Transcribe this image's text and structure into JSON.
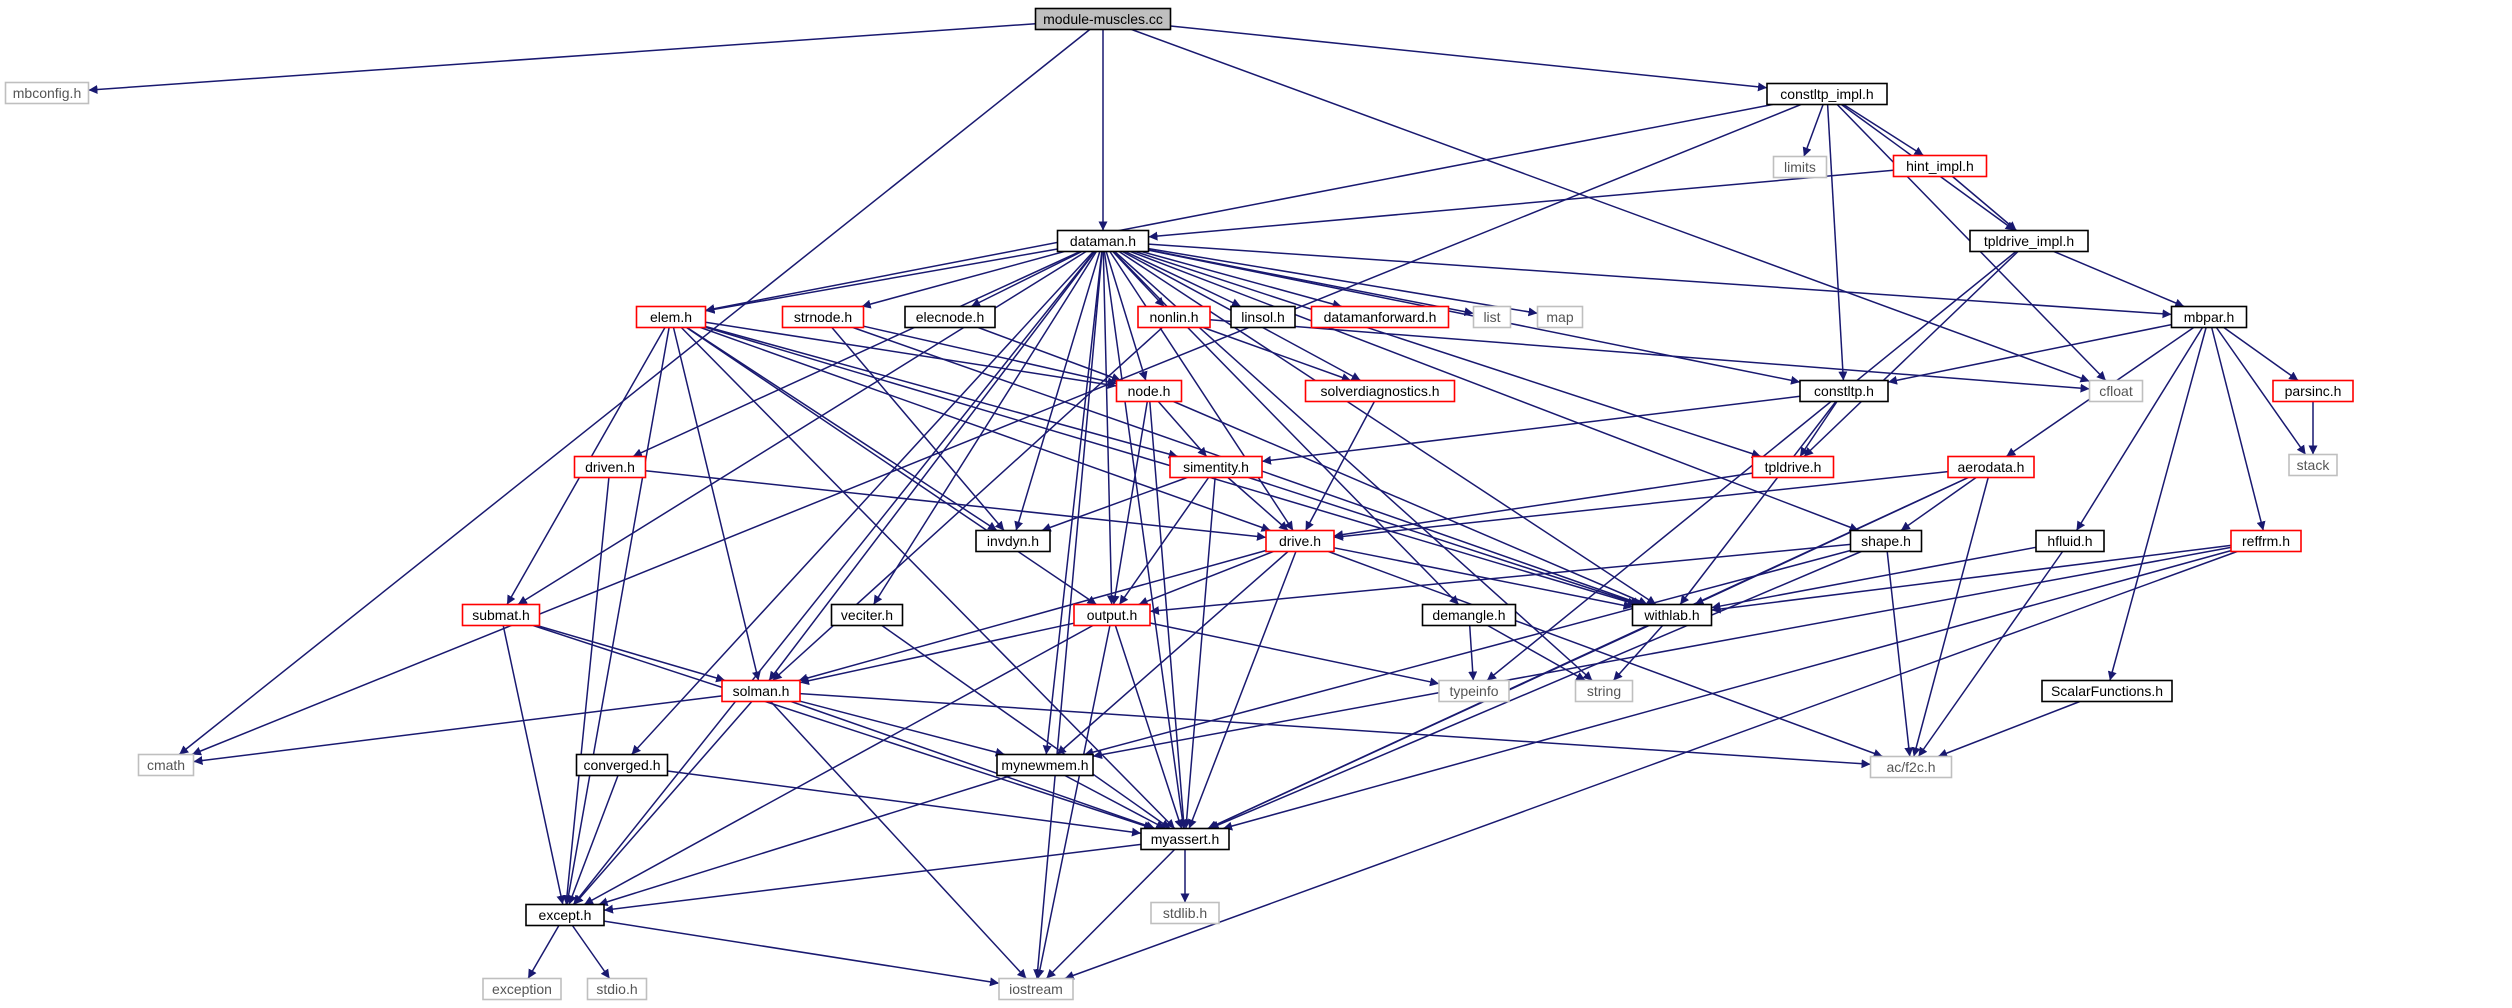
{
  "graph": {
    "root": "module-muscles.cc",
    "nodes": [
      {
        "id": "module-muscles.cc",
        "label": "module-muscles.cc",
        "kind": "root"
      },
      {
        "id": "mbconfig.h",
        "label": "mbconfig.h",
        "kind": "external"
      },
      {
        "id": "constltp_impl.h",
        "label": "constltp_impl.h",
        "kind": "documented"
      },
      {
        "id": "limits",
        "label": "limits",
        "kind": "external"
      },
      {
        "id": "hint_impl.h",
        "label": "hint_impl.h",
        "kind": "truncated"
      },
      {
        "id": "dataman.h",
        "label": "dataman.h",
        "kind": "documented"
      },
      {
        "id": "tpldrive_impl.h",
        "label": "tpldrive_impl.h",
        "kind": "documented"
      },
      {
        "id": "elem.h",
        "label": "elem.h",
        "kind": "truncated"
      },
      {
        "id": "strnode.h",
        "label": "strnode.h",
        "kind": "truncated"
      },
      {
        "id": "elecnode.h",
        "label": "elecnode.h",
        "kind": "documented"
      },
      {
        "id": "nonlin.h",
        "label": "nonlin.h",
        "kind": "truncated"
      },
      {
        "id": "linsol.h",
        "label": "linsol.h",
        "kind": "documented"
      },
      {
        "id": "datamanforward.h",
        "label": "datamanforward.h",
        "kind": "truncated"
      },
      {
        "id": "list",
        "label": "list",
        "kind": "external"
      },
      {
        "id": "map",
        "label": "map",
        "kind": "external"
      },
      {
        "id": "mbpar.h",
        "label": "mbpar.h",
        "kind": "documented"
      },
      {
        "id": "cfloat",
        "label": "cfloat",
        "kind": "external"
      },
      {
        "id": "node.h",
        "label": "node.h",
        "kind": "truncated"
      },
      {
        "id": "solverdiagnostics.h",
        "label": "solverdiagnostics.h",
        "kind": "truncated"
      },
      {
        "id": "constltp.h",
        "label": "constltp.h",
        "kind": "documented"
      },
      {
        "id": "parsinc.h",
        "label": "parsinc.h",
        "kind": "truncated"
      },
      {
        "id": "stack",
        "label": "stack",
        "kind": "external"
      },
      {
        "id": "driven.h",
        "label": "driven.h",
        "kind": "truncated"
      },
      {
        "id": "simentity.h",
        "label": "simentity.h",
        "kind": "truncated"
      },
      {
        "id": "tpldrive.h",
        "label": "tpldrive.h",
        "kind": "truncated"
      },
      {
        "id": "aerodata.h",
        "label": "aerodata.h",
        "kind": "truncated"
      },
      {
        "id": "invdyn.h",
        "label": "invdyn.h",
        "kind": "documented"
      },
      {
        "id": "drive.h",
        "label": "drive.h",
        "kind": "truncated"
      },
      {
        "id": "shape.h",
        "label": "shape.h",
        "kind": "documented"
      },
      {
        "id": "hfluid.h",
        "label": "hfluid.h",
        "kind": "documented"
      },
      {
        "id": "reffrm.h",
        "label": "reffrm.h",
        "kind": "truncated"
      },
      {
        "id": "submat.h",
        "label": "submat.h",
        "kind": "truncated"
      },
      {
        "id": "veciter.h",
        "label": "veciter.h",
        "kind": "documented"
      },
      {
        "id": "output.h",
        "label": "output.h",
        "kind": "truncated"
      },
      {
        "id": "demangle.h",
        "label": "demangle.h",
        "kind": "documented"
      },
      {
        "id": "withlab.h",
        "label": "withlab.h",
        "kind": "documented"
      },
      {
        "id": "solman.h",
        "label": "solman.h",
        "kind": "truncated"
      },
      {
        "id": "typeinfo",
        "label": "typeinfo",
        "kind": "external"
      },
      {
        "id": "string",
        "label": "string",
        "kind": "external"
      },
      {
        "id": "ScalarFunctions.h",
        "label": "ScalarFunctions.h",
        "kind": "documented"
      },
      {
        "id": "cmath",
        "label": "cmath",
        "kind": "external"
      },
      {
        "id": "converged.h",
        "label": "converged.h",
        "kind": "documented"
      },
      {
        "id": "mynewmem.h",
        "label": "mynewmem.h",
        "kind": "documented"
      },
      {
        "id": "ac/f2c.h",
        "label": "ac/f2c.h",
        "kind": "external"
      },
      {
        "id": "myassert.h",
        "label": "myassert.h",
        "kind": "documented"
      },
      {
        "id": "stdlib.h",
        "label": "stdlib.h",
        "kind": "external"
      },
      {
        "id": "except.h",
        "label": "except.h",
        "kind": "documented"
      },
      {
        "id": "exception",
        "label": "exception",
        "kind": "external"
      },
      {
        "id": "stdio.h",
        "label": "stdio.h",
        "kind": "external"
      },
      {
        "id": "iostream",
        "label": "iostream",
        "kind": "external"
      }
    ],
    "edges": [
      [
        "module-muscles.cc",
        "mbconfig.h"
      ],
      [
        "module-muscles.cc",
        "cmath"
      ],
      [
        "module-muscles.cc",
        "dataman.h"
      ],
      [
        "module-muscles.cc",
        "constltp_impl.h"
      ],
      [
        "module-muscles.cc",
        "cfloat"
      ],
      [
        "constltp_impl.h",
        "cmath"
      ],
      [
        "constltp_impl.h",
        "elem.h"
      ],
      [
        "constltp_impl.h",
        "limits"
      ],
      [
        "constltp_impl.h",
        "hint_impl.h"
      ],
      [
        "constltp_impl.h",
        "tpldrive_impl.h"
      ],
      [
        "constltp_impl.h",
        "constltp.h"
      ],
      [
        "constltp_impl.h",
        "cfloat"
      ],
      [
        "hint_impl.h",
        "dataman.h"
      ],
      [
        "hint_impl.h",
        "tpldrive_impl.h"
      ],
      [
        "tpldrive_impl.h",
        "mbpar.h"
      ],
      [
        "tpldrive_impl.h",
        "tpldrive.h"
      ],
      [
        "tpldrive_impl.h",
        "typeinfo"
      ],
      [
        "dataman.h",
        "elem.h"
      ],
      [
        "dataman.h",
        "strnode.h"
      ],
      [
        "dataman.h",
        "elecnode.h"
      ],
      [
        "dataman.h",
        "nonlin.h"
      ],
      [
        "dataman.h",
        "linsol.h"
      ],
      [
        "dataman.h",
        "datamanforward.h"
      ],
      [
        "dataman.h",
        "list"
      ],
      [
        "dataman.h",
        "map"
      ],
      [
        "dataman.h",
        "mbpar.h"
      ],
      [
        "dataman.h",
        "node.h"
      ],
      [
        "dataman.h",
        "solverdiagnostics.h"
      ],
      [
        "dataman.h",
        "constltp.h"
      ],
      [
        "dataman.h",
        "tpldrive.h"
      ],
      [
        "dataman.h",
        "driven.h"
      ],
      [
        "dataman.h",
        "submat.h"
      ],
      [
        "dataman.h",
        "veciter.h"
      ],
      [
        "dataman.h",
        "output.h"
      ],
      [
        "dataman.h",
        "solman.h"
      ],
      [
        "dataman.h",
        "converged.h"
      ],
      [
        "dataman.h",
        "mynewmem.h"
      ],
      [
        "dataman.h",
        "except.h"
      ],
      [
        "dataman.h",
        "invdyn.h"
      ],
      [
        "dataman.h",
        "drive.h"
      ],
      [
        "dataman.h",
        "withlab.h"
      ],
      [
        "dataman.h",
        "demangle.h"
      ],
      [
        "dataman.h",
        "string"
      ],
      [
        "dataman.h",
        "shape.h"
      ],
      [
        "dataman.h",
        "myassert.h"
      ],
      [
        "dataman.h",
        "iostream"
      ],
      [
        "elem.h",
        "node.h"
      ],
      [
        "elem.h",
        "simentity.h"
      ],
      [
        "elem.h",
        "invdyn.h"
      ],
      [
        "elem.h",
        "output.h"
      ],
      [
        "elem.h",
        "withlab.h"
      ],
      [
        "elem.h",
        "submat.h"
      ],
      [
        "elem.h",
        "solman.h"
      ],
      [
        "elem.h",
        "myassert.h"
      ],
      [
        "elem.h",
        "except.h"
      ],
      [
        "elem.h",
        "drive.h"
      ],
      [
        "strnode.h",
        "node.h"
      ],
      [
        "strnode.h",
        "invdyn.h"
      ],
      [
        "strnode.h",
        "withlab.h"
      ],
      [
        "elecnode.h",
        "node.h"
      ],
      [
        "nonlin.h",
        "solverdiagnostics.h"
      ],
      [
        "nonlin.h",
        "solman.h"
      ],
      [
        "nonlin.h",
        "cfloat"
      ],
      [
        "node.h",
        "simentity.h"
      ],
      [
        "node.h",
        "output.h"
      ],
      [
        "node.h",
        "withlab.h"
      ],
      [
        "node.h",
        "myassert.h"
      ],
      [
        "solverdiagnostics.h",
        "drive.h"
      ],
      [
        "mbpar.h",
        "constltp.h"
      ],
      [
        "mbpar.h",
        "parsinc.h"
      ],
      [
        "mbpar.h",
        "stack"
      ],
      [
        "mbpar.h",
        "aerodata.h"
      ],
      [
        "mbpar.h",
        "hfluid.h"
      ],
      [
        "mbpar.h",
        "reffrm.h"
      ],
      [
        "mbpar.h",
        "ScalarFunctions.h"
      ],
      [
        "parsinc.h",
        "stack"
      ],
      [
        "constltp.h",
        "simentity.h"
      ],
      [
        "constltp.h",
        "tpldrive.h"
      ],
      [
        "constltp.h",
        "withlab.h"
      ],
      [
        "tpldrive.h",
        "drive.h"
      ],
      [
        "driven.h",
        "drive.h"
      ],
      [
        "driven.h",
        "except.h"
      ],
      [
        "simentity.h",
        "invdyn.h"
      ],
      [
        "simentity.h",
        "drive.h"
      ],
      [
        "simentity.h",
        "output.h"
      ],
      [
        "simentity.h",
        "withlab.h"
      ],
      [
        "simentity.h",
        "myassert.h"
      ],
      [
        "aerodata.h",
        "drive.h"
      ],
      [
        "aerodata.h",
        "shape.h"
      ],
      [
        "aerodata.h",
        "withlab.h"
      ],
      [
        "aerodata.h",
        "ac/f2c.h"
      ],
      [
        "aerodata.h",
        "myassert.h"
      ],
      [
        "drive.h",
        "output.h"
      ],
      [
        "drive.h",
        "withlab.h"
      ],
      [
        "drive.h",
        "solman.h"
      ],
      [
        "drive.h",
        "mynewmem.h"
      ],
      [
        "drive.h",
        "myassert.h"
      ],
      [
        "drive.h",
        "ac/f2c.h"
      ],
      [
        "shape.h",
        "output.h"
      ],
      [
        "shape.h",
        "mynewmem.h"
      ],
      [
        "shape.h",
        "ac/f2c.h"
      ],
      [
        "shape.h",
        "myassert.h"
      ],
      [
        "hfluid.h",
        "withlab.h"
      ],
      [
        "hfluid.h",
        "ac/f2c.h"
      ],
      [
        "reffrm.h",
        "withlab.h"
      ],
      [
        "reffrm.h",
        "mynewmem.h"
      ],
      [
        "reffrm.h",
        "myassert.h"
      ],
      [
        "reffrm.h",
        "iostream"
      ],
      [
        "submat.h",
        "solman.h"
      ],
      [
        "submat.h",
        "except.h"
      ],
      [
        "submat.h",
        "myassert.h"
      ],
      [
        "veciter.h",
        "myassert.h"
      ],
      [
        "output.h",
        "solman.h"
      ],
      [
        "output.h",
        "typeinfo"
      ],
      [
        "output.h",
        "except.h"
      ],
      [
        "output.h",
        "myassert.h"
      ],
      [
        "output.h",
        "iostream"
      ],
      [
        "demangle.h",
        "typeinfo"
      ],
      [
        "demangle.h",
        "string"
      ],
      [
        "withlab.h",
        "string"
      ],
      [
        "withlab.h",
        "myassert.h"
      ],
      [
        "ScalarFunctions.h",
        "ac/f2c.h"
      ],
      [
        "solman.h",
        "cmath"
      ],
      [
        "solman.h",
        "mynewmem.h"
      ],
      [
        "solman.h",
        "ac/f2c.h"
      ],
      [
        "solman.h",
        "except.h"
      ],
      [
        "solman.h",
        "myassert.h"
      ],
      [
        "solman.h",
        "iostream"
      ],
      [
        "converged.h",
        "except.h"
      ],
      [
        "converged.h",
        "myassert.h"
      ],
      [
        "mynewmem.h",
        "myassert.h"
      ],
      [
        "mynewmem.h",
        "except.h"
      ],
      [
        "myassert.h",
        "stdlib.h"
      ],
      [
        "myassert.h",
        "except.h"
      ],
      [
        "myassert.h",
        "iostream"
      ],
      [
        "except.h",
        "exception"
      ],
      [
        "except.h",
        "stdio.h"
      ],
      [
        "except.h",
        "iostream"
      ]
    ]
  },
  "colors": {
    "edge": "#191970",
    "root_fill": "#bfbfbf",
    "documented_border": "#000000",
    "truncated_border": "#ff0000",
    "external_border": "#bfbfbf"
  }
}
